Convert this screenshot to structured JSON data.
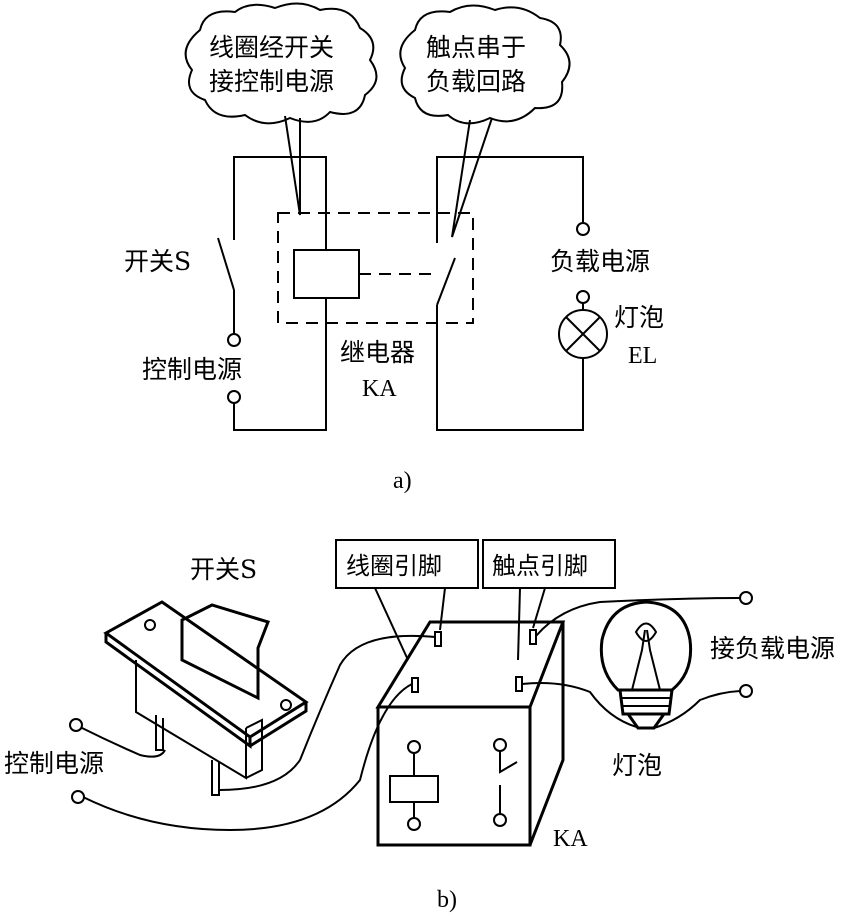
{
  "diagram_a": {
    "callout_coil_line1": "线圈经开关",
    "callout_coil_line2": "接控制电源",
    "callout_contact_line1": "触点串于",
    "callout_contact_line2": "负载回路",
    "switch_label": "开关S",
    "control_power_label": "控制电源",
    "relay_label": "继电器",
    "relay_code": "KA",
    "load_power_label": "负载电源",
    "lamp_label": "灯泡",
    "lamp_code": "EL",
    "caption": "a)"
  },
  "diagram_b": {
    "switch_label": "开关S",
    "coil_pin_label": "线圈引脚",
    "contact_pin_label": "触点引脚",
    "load_power_label": "接负载电源",
    "control_power_label": "控制电源",
    "lamp_label": "灯泡",
    "relay_code": "KA",
    "caption": "b)"
  }
}
